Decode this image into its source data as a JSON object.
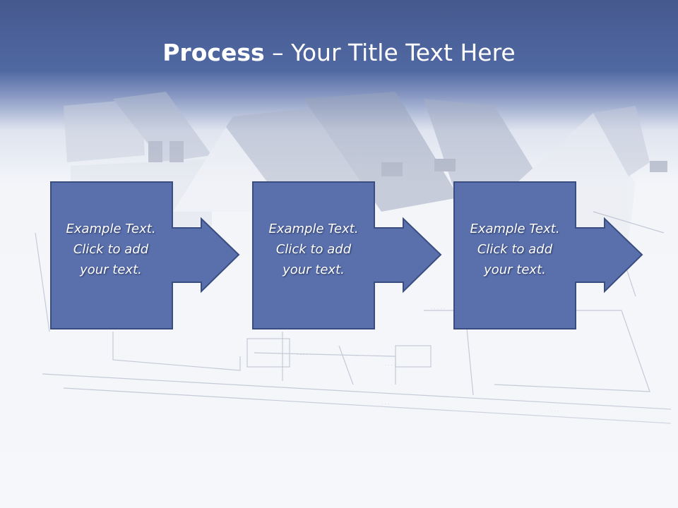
{
  "slide": {
    "title_bold": "Process",
    "title_rest": " – Your Title Text Here"
  },
  "steps": [
    {
      "line1": "Example Text.",
      "line2": "Click  to add",
      "line3": "your text."
    },
    {
      "line1": "Example Text.",
      "line2": "Click  to add",
      "line3": "your text."
    },
    {
      "line1": "Example Text.",
      "line2": "Click  to add",
      "line3": "your text."
    }
  ],
  "colors": {
    "header": "#4d64a0",
    "arrow_fill": "#5a70ad",
    "arrow_stroke": "#3a4d80",
    "background": "#f5f7fb"
  }
}
